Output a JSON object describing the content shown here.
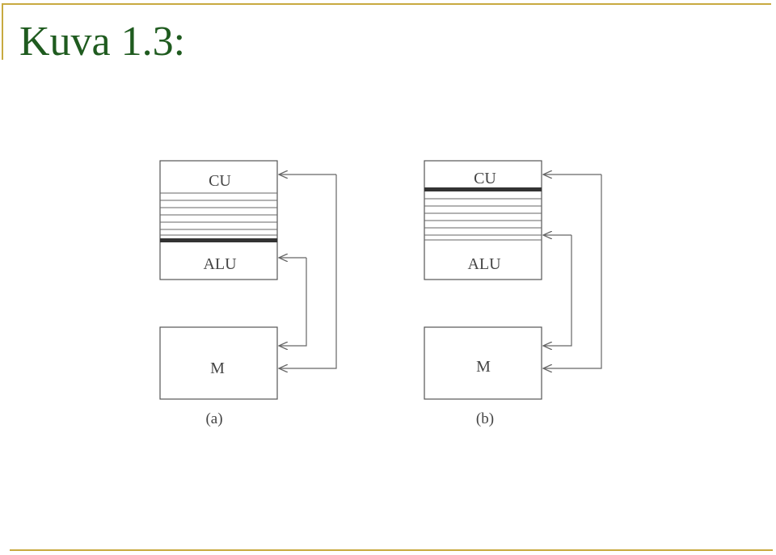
{
  "slide": {
    "title": "Kuva 1.3:"
  },
  "colors": {
    "title_text": "#1F5B1F",
    "accent_rule": "#C8AA40",
    "line": "#666666",
    "register_fill": "#333333",
    "box_stroke": "#555555",
    "label_text": "#444444"
  },
  "diagram": {
    "panel_a": {
      "cpu_top_label": "CU",
      "cpu_bottom_label": "ALU",
      "memory_label": "M",
      "caption": "(a)"
    },
    "panel_b": {
      "cpu_top_label": "CU",
      "cpu_bottom_label": "ALU",
      "memory_label": "M",
      "caption": "(b)"
    }
  }
}
